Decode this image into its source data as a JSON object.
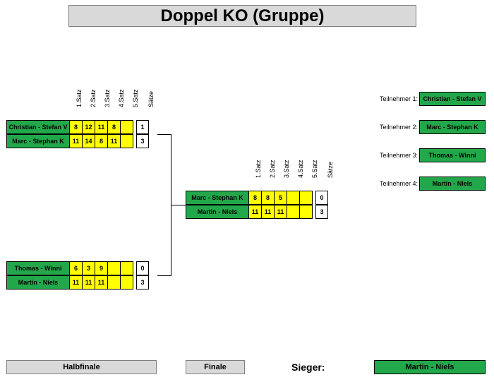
{
  "title": "Doppel KO (Gruppe)",
  "column_headers": [
    "1.Satz",
    "2.Satz",
    "3.Satz",
    "4.Satz",
    "5.Satz",
    "Sätze"
  ],
  "matches": [
    {
      "round": "Halbfinale",
      "teams": [
        {
          "name": "Christian - Stefan V",
          "sets": [
            "8",
            "12",
            "11",
            "8",
            ""
          ],
          "total": "1"
        },
        {
          "name": "Marc - Stephan K",
          "sets": [
            "11",
            "14",
            "8",
            "11",
            ""
          ],
          "total": "3"
        }
      ]
    },
    {
      "round": "Halbfinale",
      "teams": [
        {
          "name": "Thomas - Winni",
          "sets": [
            "6",
            "3",
            "9",
            "",
            ""
          ],
          "total": "0"
        },
        {
          "name": "Martin - Niels",
          "sets": [
            "11",
            "11",
            "11",
            "",
            ""
          ],
          "total": "3"
        }
      ]
    },
    {
      "round": "Finale",
      "teams": [
        {
          "name": "Marc - Stephan K",
          "sets": [
            "8",
            "8",
            "5",
            "",
            ""
          ],
          "total": "0"
        },
        {
          "name": "Martin - Niels",
          "sets": [
            "11",
            "11",
            "11",
            "",
            ""
          ],
          "total": "3"
        }
      ]
    }
  ],
  "participants": [
    {
      "label": "Teilnehmer 1:",
      "name": "Christian - Stefan V"
    },
    {
      "label": "Teilnehmer 2:",
      "name": "Marc - Stephan K"
    },
    {
      "label": "Teilnehmer 3:",
      "name": "Thomas - Winni"
    },
    {
      "label": "Teilnehmer 4:",
      "name": "Martin - Niels"
    }
  ],
  "footer": {
    "halbfinale_label": "Halbfinale",
    "finale_label": "Finale",
    "sieger_label": "Sieger:",
    "winner": "Martin - Niels"
  },
  "colors": {
    "team_green": "#22a84a",
    "score_yellow": "#ffff00",
    "header_gray": "#d9d9d9"
  }
}
